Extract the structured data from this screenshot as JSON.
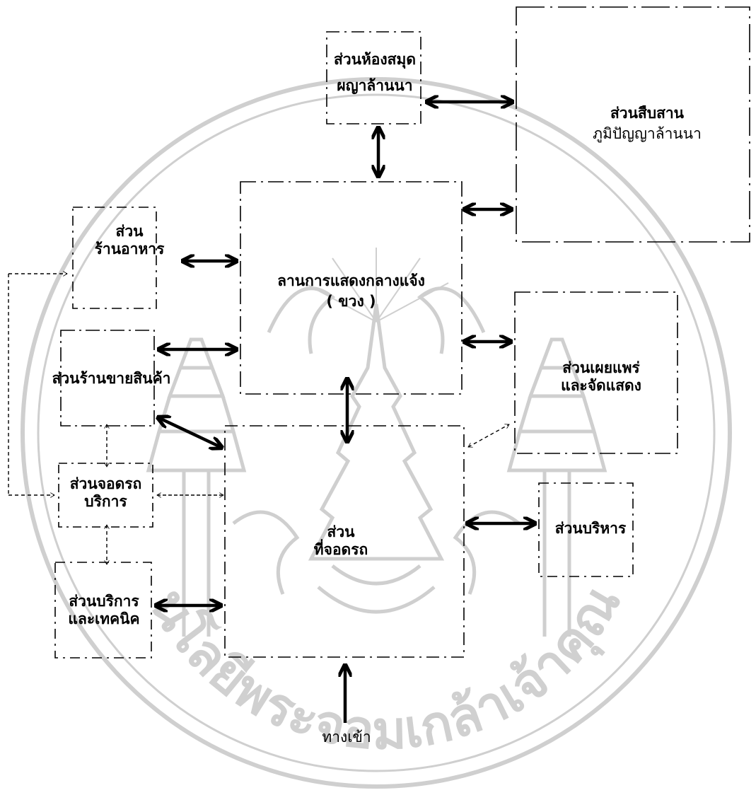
{
  "colors": {
    "ink": "#000000",
    "watermark": "#c8c8c8",
    "background": "#ffffff"
  },
  "zones": {
    "library": {
      "line1": "ส่วนห้องสมุด",
      "line2": "ผญาล้านนา"
    },
    "heritage": {
      "line1": "ส่วนสืบสาน",
      "line2": "ภูมิปัญญาล้านนา"
    },
    "restaurant": {
      "line1": "ส่วน",
      "line2": "ร้านอาหาร"
    },
    "courtyard": {
      "line1": "ลานการแสดงกลางแจ้ง",
      "line2": "( ขวง )"
    },
    "shop": {
      "line1": "ส่วนร้านขายสินค้า"
    },
    "exhibition": {
      "line1": "ส่วนเผยแพร่",
      "line2": "และจัดแสดง"
    },
    "service_parking": {
      "line1": "ส่วนจอดรถ",
      "line2": "บริการ"
    },
    "parking": {
      "line1": "ส่วน",
      "line2": "ที่จอดรถ"
    },
    "admin": {
      "line1": "ส่วนบริหาร"
    },
    "technical": {
      "line1": "ส่วนบริการ",
      "line2": "และเทคนิค"
    },
    "entrance": {
      "label": "ทางเข้า"
    }
  },
  "watermark": {
    "text": "เทคโนโลยีพระจอมเกล้าเจ้าคุณทหาร"
  }
}
